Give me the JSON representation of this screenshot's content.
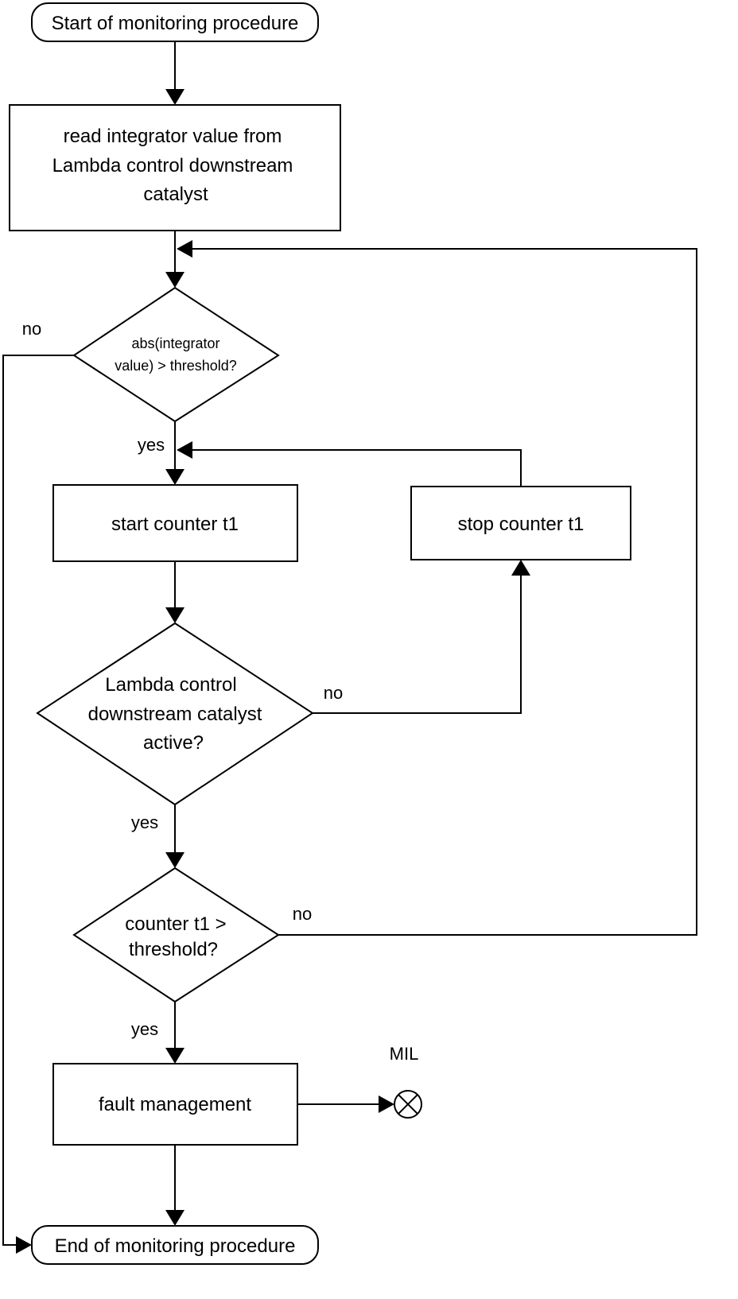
{
  "nodes": {
    "start": "Start of monitoring procedure",
    "read_line1": "read integrator value from",
    "read_line2": "Lambda control downstream",
    "read_line3": "catalyst",
    "d1_line1": "abs(integrator",
    "d1_line2": "value) > threshold?",
    "start_counter": "start counter t1",
    "stop_counter": "stop counter t1",
    "d2_line1": "Lambda control",
    "d2_line2": "downstream catalyst",
    "d2_line3": "active?",
    "d3_line1": "counter t1  >",
    "d3_line2": "threshold?",
    "fault": "fault management",
    "mil": "MIL",
    "end": "End of monitoring procedure"
  },
  "edge_labels": {
    "d1_no": "no",
    "d1_yes": "yes",
    "d2_no": "no",
    "d2_yes": "yes",
    "d3_no": "no",
    "d3_yes": "yes"
  },
  "icons": {
    "mil_lamp": "mil-lamp-icon"
  }
}
